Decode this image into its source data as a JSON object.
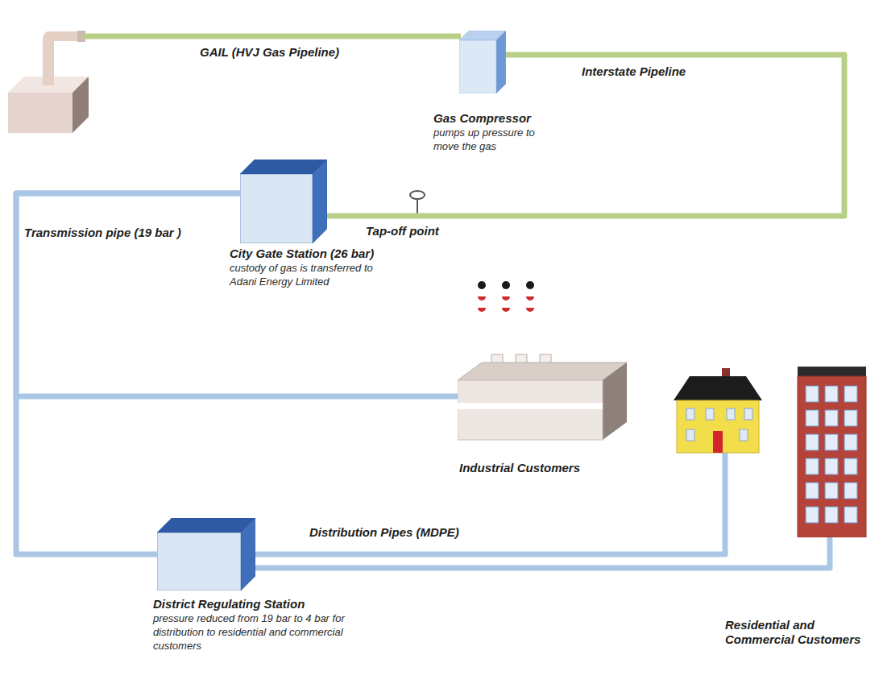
{
  "diagram": {
    "nodes": [
      {
        "text": [
          "Gas Compressor",
          "pumps up pressure to move the gas"
        ]
      },
      {
        "text": [
          "City Gate Station (26 bar)",
          "custody of gas is transferred to Adani Energy Limited"
        ]
      },
      {
        "text": [
          "Industrial Customers"
        ]
      },
      {
        "text": [
          "District Regulating Station",
          "pressure reduced from 19 bar to 4 bar for distribution to residential and commercial customers"
        ]
      },
      {
        "text": [
          "Residential and Commercial Customers"
        ]
      }
    ],
    "edges": [
      {
        "from": 0,
        "to": 1,
        "arrow": "none",
        "label": "Interstate Pipeline"
      },
      {
        "from": 1,
        "to": 2,
        "arrow": "none",
        "label": "Transmission pipe (19 bar )"
      },
      {
        "from": 1,
        "to": 3,
        "arrow": "none"
      },
      {
        "from": 3,
        "to": 4,
        "arrow": "none",
        "label": "Distribution Pipes (MDPE)"
      }
    ],
    "labels": [
      "GAIL (HVJ Gas Pipeline)",
      "Tap-off point"
    ]
  }
}
